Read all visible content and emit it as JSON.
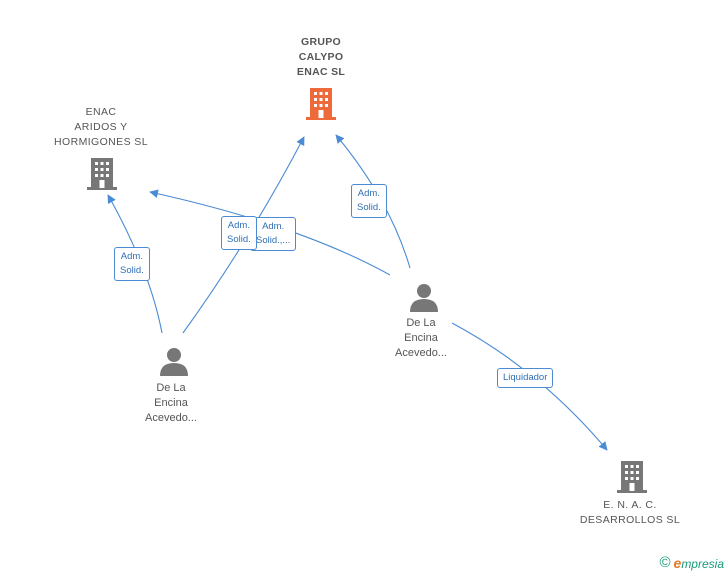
{
  "nodes": {
    "grupo_calypo": {
      "label": "GRUPO\nCALYPO\nENAC  SL",
      "color": "#ef6a3a"
    },
    "enac_aridos": {
      "label": "ENAC\nARIDOS Y\nHORMIGONES SL",
      "color": "#777777"
    },
    "enac_desarrollos": {
      "label": "E.  N. A. C.\nDESARROLLOS SL",
      "color": "#777777"
    },
    "person_right": {
      "label": "De La\nEncina\nAcevedo..."
    },
    "person_left": {
      "label": "De La\nEncina\nAcevedo..."
    }
  },
  "edges": {
    "adm_solid_1": "Adm.\nSolid.",
    "adm_solid_2": "Adm.\nSolid.",
    "adm_solid_3": "Adm.\nSolid.,...",
    "adm_solid_4": "Adm.\nSolid.",
    "liquidador": "Liquidador"
  },
  "colors": {
    "edge": "#4a8bd4",
    "person": "#777777",
    "main_company": "#ef6a3a",
    "company": "#777777"
  },
  "brand": {
    "copyright": "©",
    "initial": "e",
    "name": "mpresia"
  }
}
